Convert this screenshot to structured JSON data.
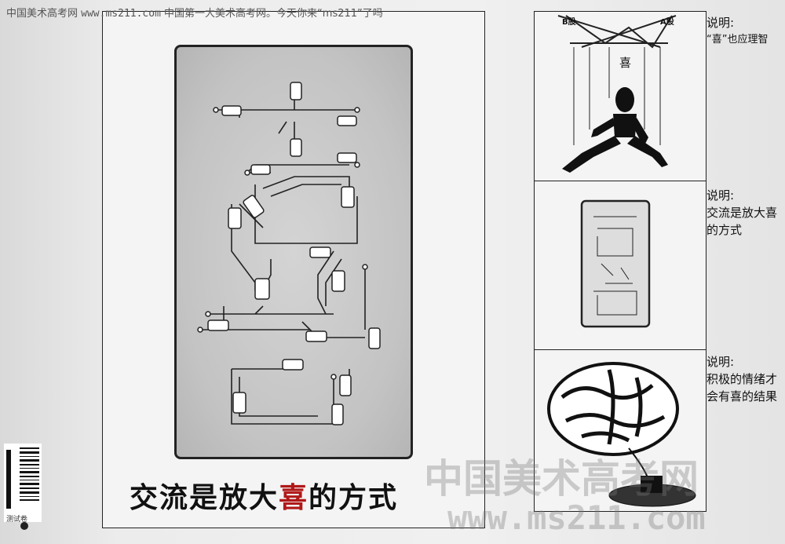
{
  "header": {
    "site_name": "中国美术高考网",
    "url": "www.ms211.com",
    "tagline": "中国第一大美术高考网。今天你来“ms211”了吗"
  },
  "artwork": {
    "title_before": "交流是放大",
    "title_highlight": "喜",
    "title_after": "的方式",
    "highlight_color": "#b01818"
  },
  "panels": [
    {
      "labels": [
        "B股",
        "A股",
        "喜"
      ],
      "note_heading": "说明:",
      "note_text": "“喜”也应理智"
    },
    {
      "note_heading": "说明:",
      "note_text": "交流是放大喜的方式"
    },
    {
      "note_heading": "说明:",
      "note_text": "积极的情绪才会有喜的结果"
    }
  ],
  "barcode_label": "测试卷",
  "watermark": {
    "cn": "中国美术高考网",
    "url": "www.ms211.com"
  }
}
